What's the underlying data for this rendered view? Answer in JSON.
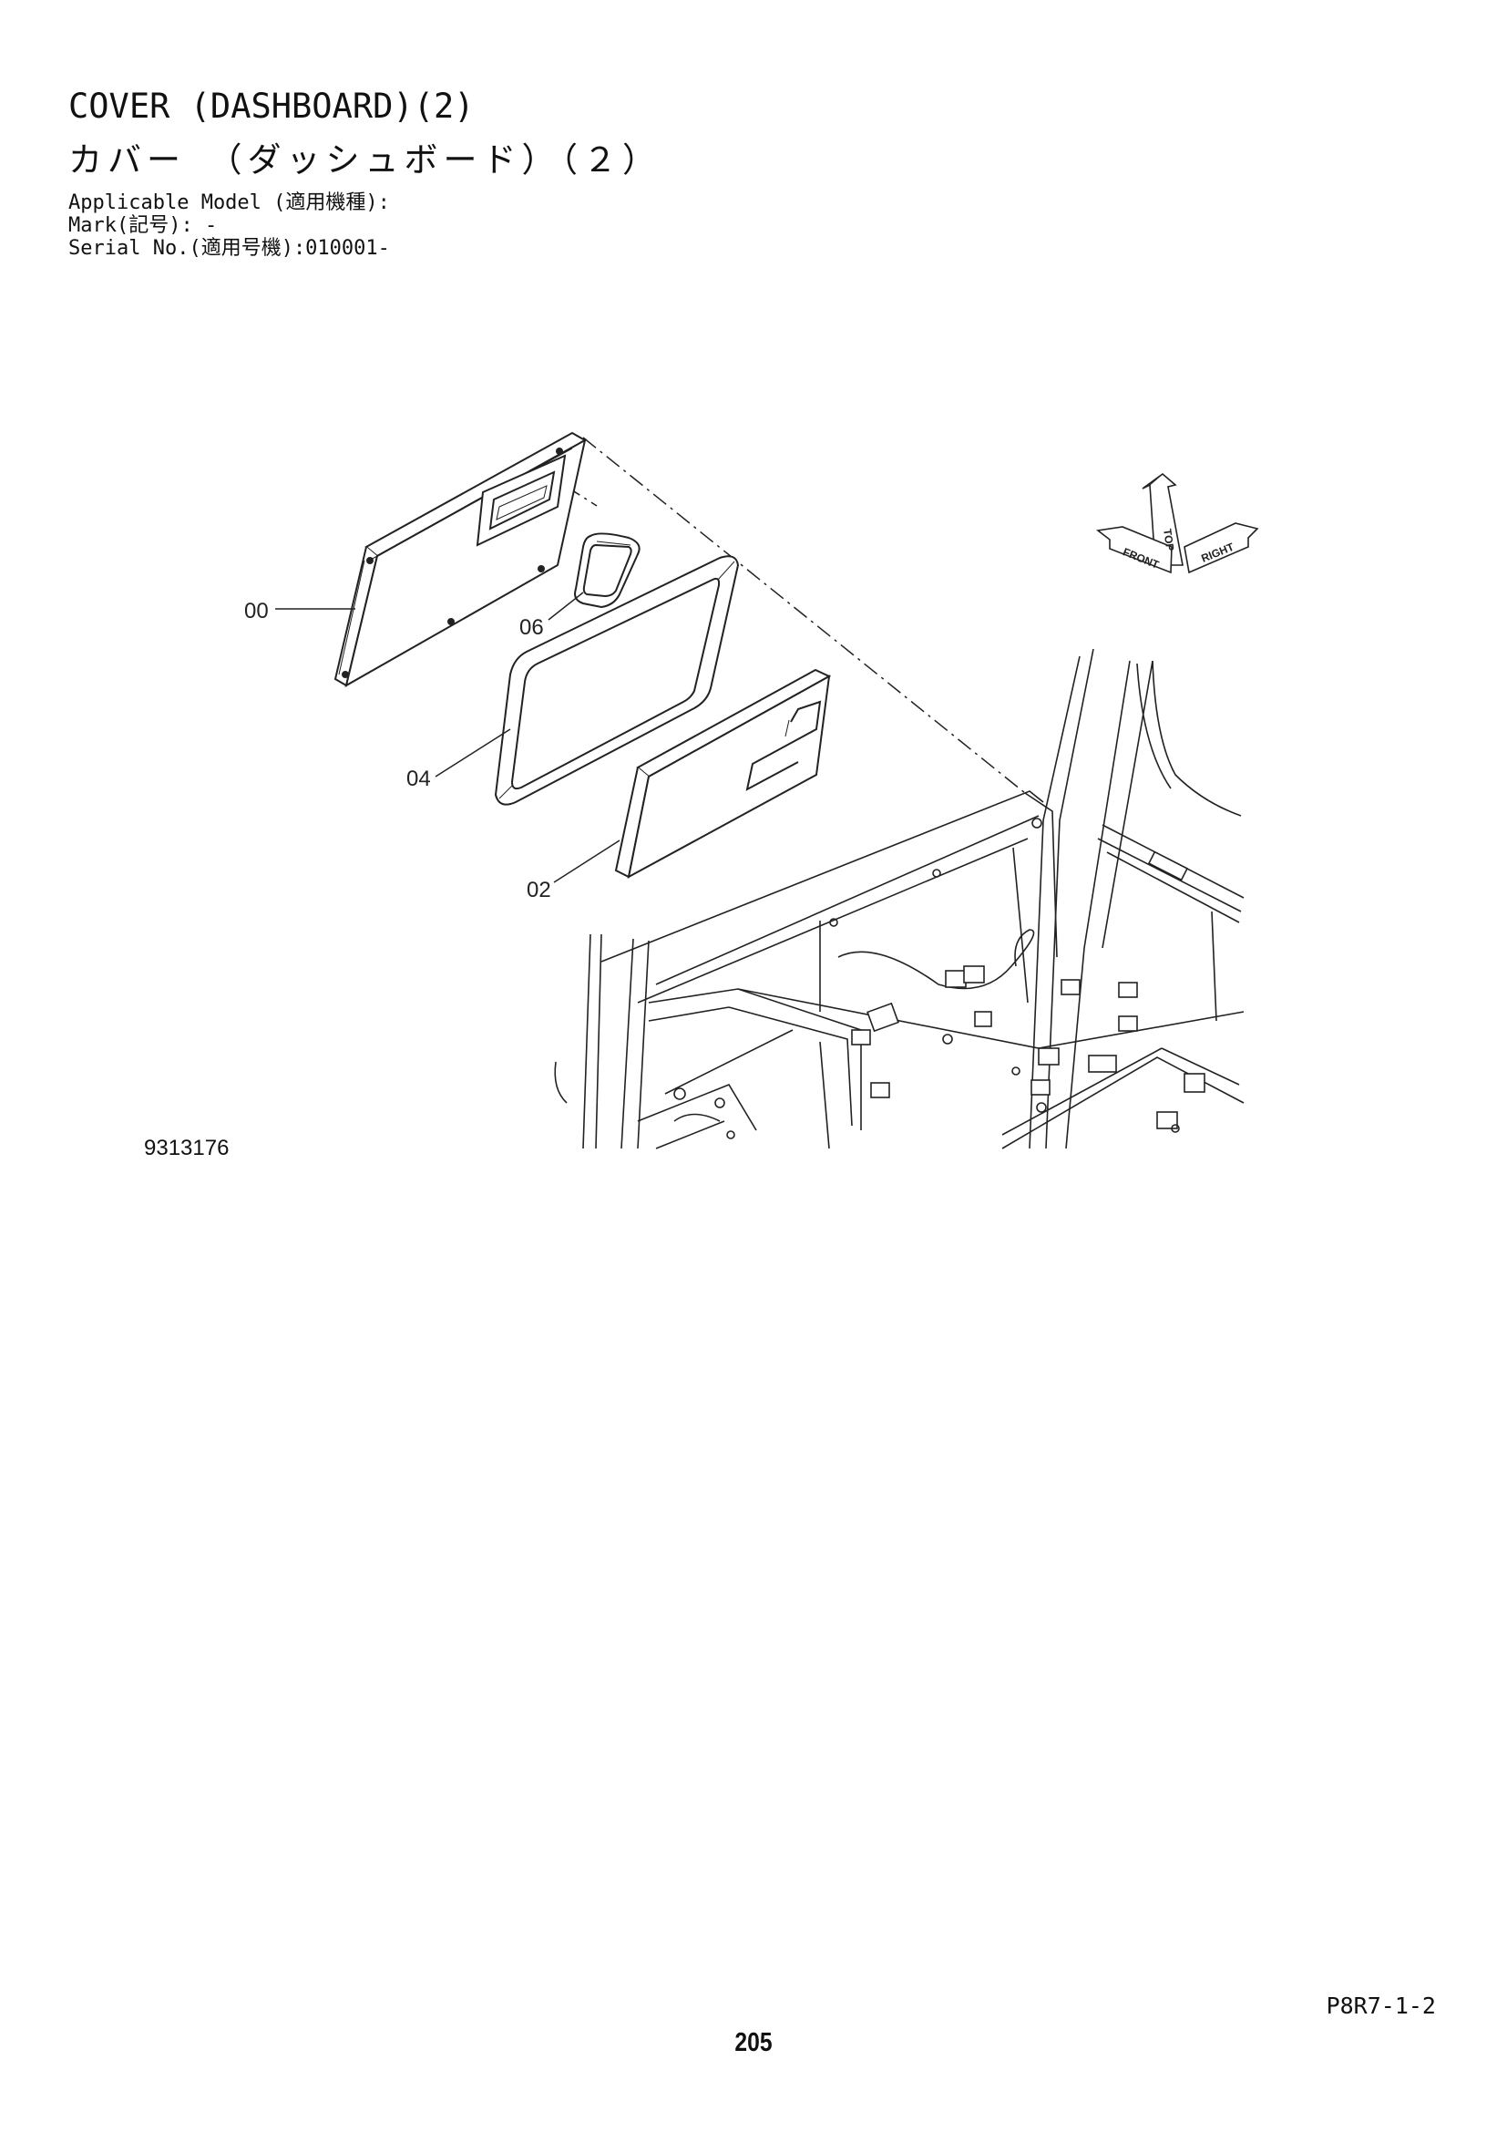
{
  "header": {
    "title_en": "COVER (DASHBOARD)(2)",
    "title_jp": "カバー　（ダッシュボード）（２）"
  },
  "meta": {
    "applicable_model": "Applicable Model (適用機種):",
    "mark": "Mark(記号): -",
    "serial": "Serial No.(適用号機):010001-"
  },
  "drawing": {
    "callouts": [
      {
        "id": "callout-00",
        "label": "00"
      },
      {
        "id": "callout-06",
        "label": "06"
      },
      {
        "id": "callout-04",
        "label": "04"
      },
      {
        "id": "callout-02",
        "label": "02"
      }
    ],
    "orientation": {
      "front": "FRONT",
      "right": "RIGHT",
      "top": "TOP",
      "icon": "orientation-arrows-icon"
    },
    "figure_id": "9313176"
  },
  "footer": {
    "code": "P8R7-1-2",
    "page": "205"
  }
}
